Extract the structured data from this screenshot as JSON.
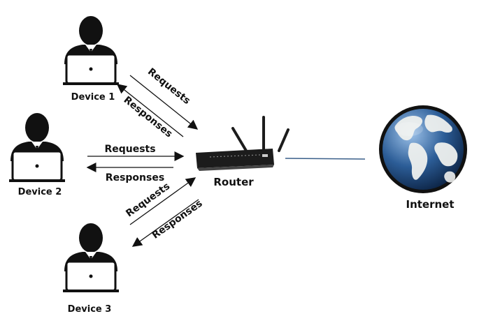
{
  "devices": [
    {
      "label": "Device 1"
    },
    {
      "label": "Device 2"
    },
    {
      "label": "Device 3"
    }
  ],
  "router": {
    "label": "Router"
  },
  "internet": {
    "label": "Internet"
  },
  "links": {
    "device1": {
      "requests": "Requests",
      "responses": "Responses"
    },
    "device2": {
      "requests": "Requests",
      "responses": "Responses"
    },
    "device3": {
      "requests": "Requests",
      "responses": "Responses"
    }
  },
  "colors": {
    "ink": "#111111",
    "router_body": "#1c1c1c",
    "uplink": "#3a5f8a",
    "ocean": "#2c5d97",
    "land": "#eef0ee"
  },
  "icons": {
    "user": "user-with-laptop-icon",
    "router": "wireless-router-icon",
    "internet": "globe-icon"
  }
}
